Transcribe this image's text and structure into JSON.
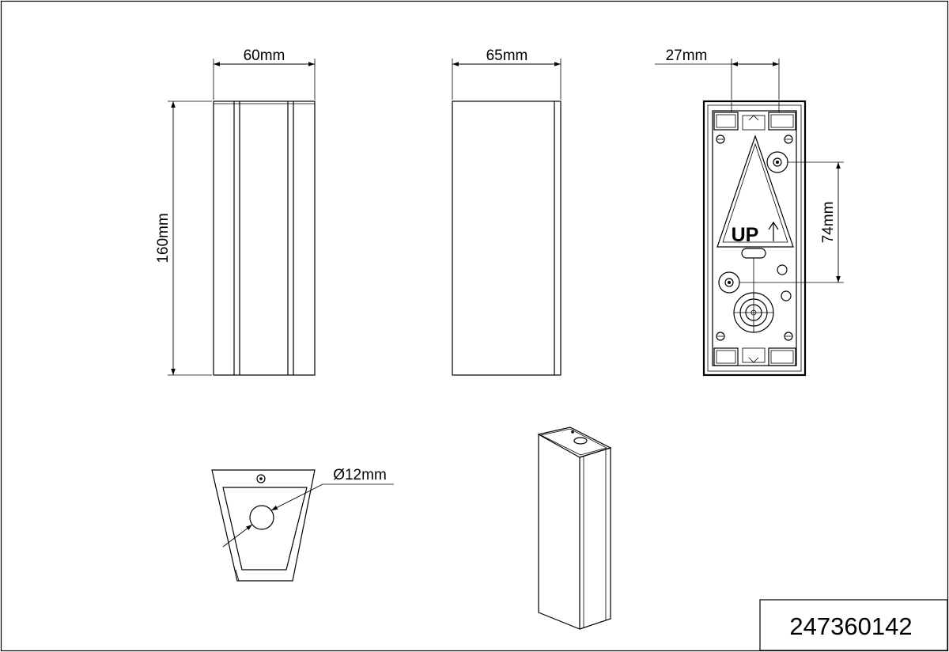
{
  "dimensions": {
    "front_width": "60mm",
    "front_height": "160mm",
    "side_depth": "65mm",
    "back_offset": "27mm",
    "hole_spacing": "74mm",
    "cable_diameter": "Ø12mm"
  },
  "back_plate": {
    "marking": "UP"
  },
  "title_block": {
    "article_number": "247360142"
  }
}
